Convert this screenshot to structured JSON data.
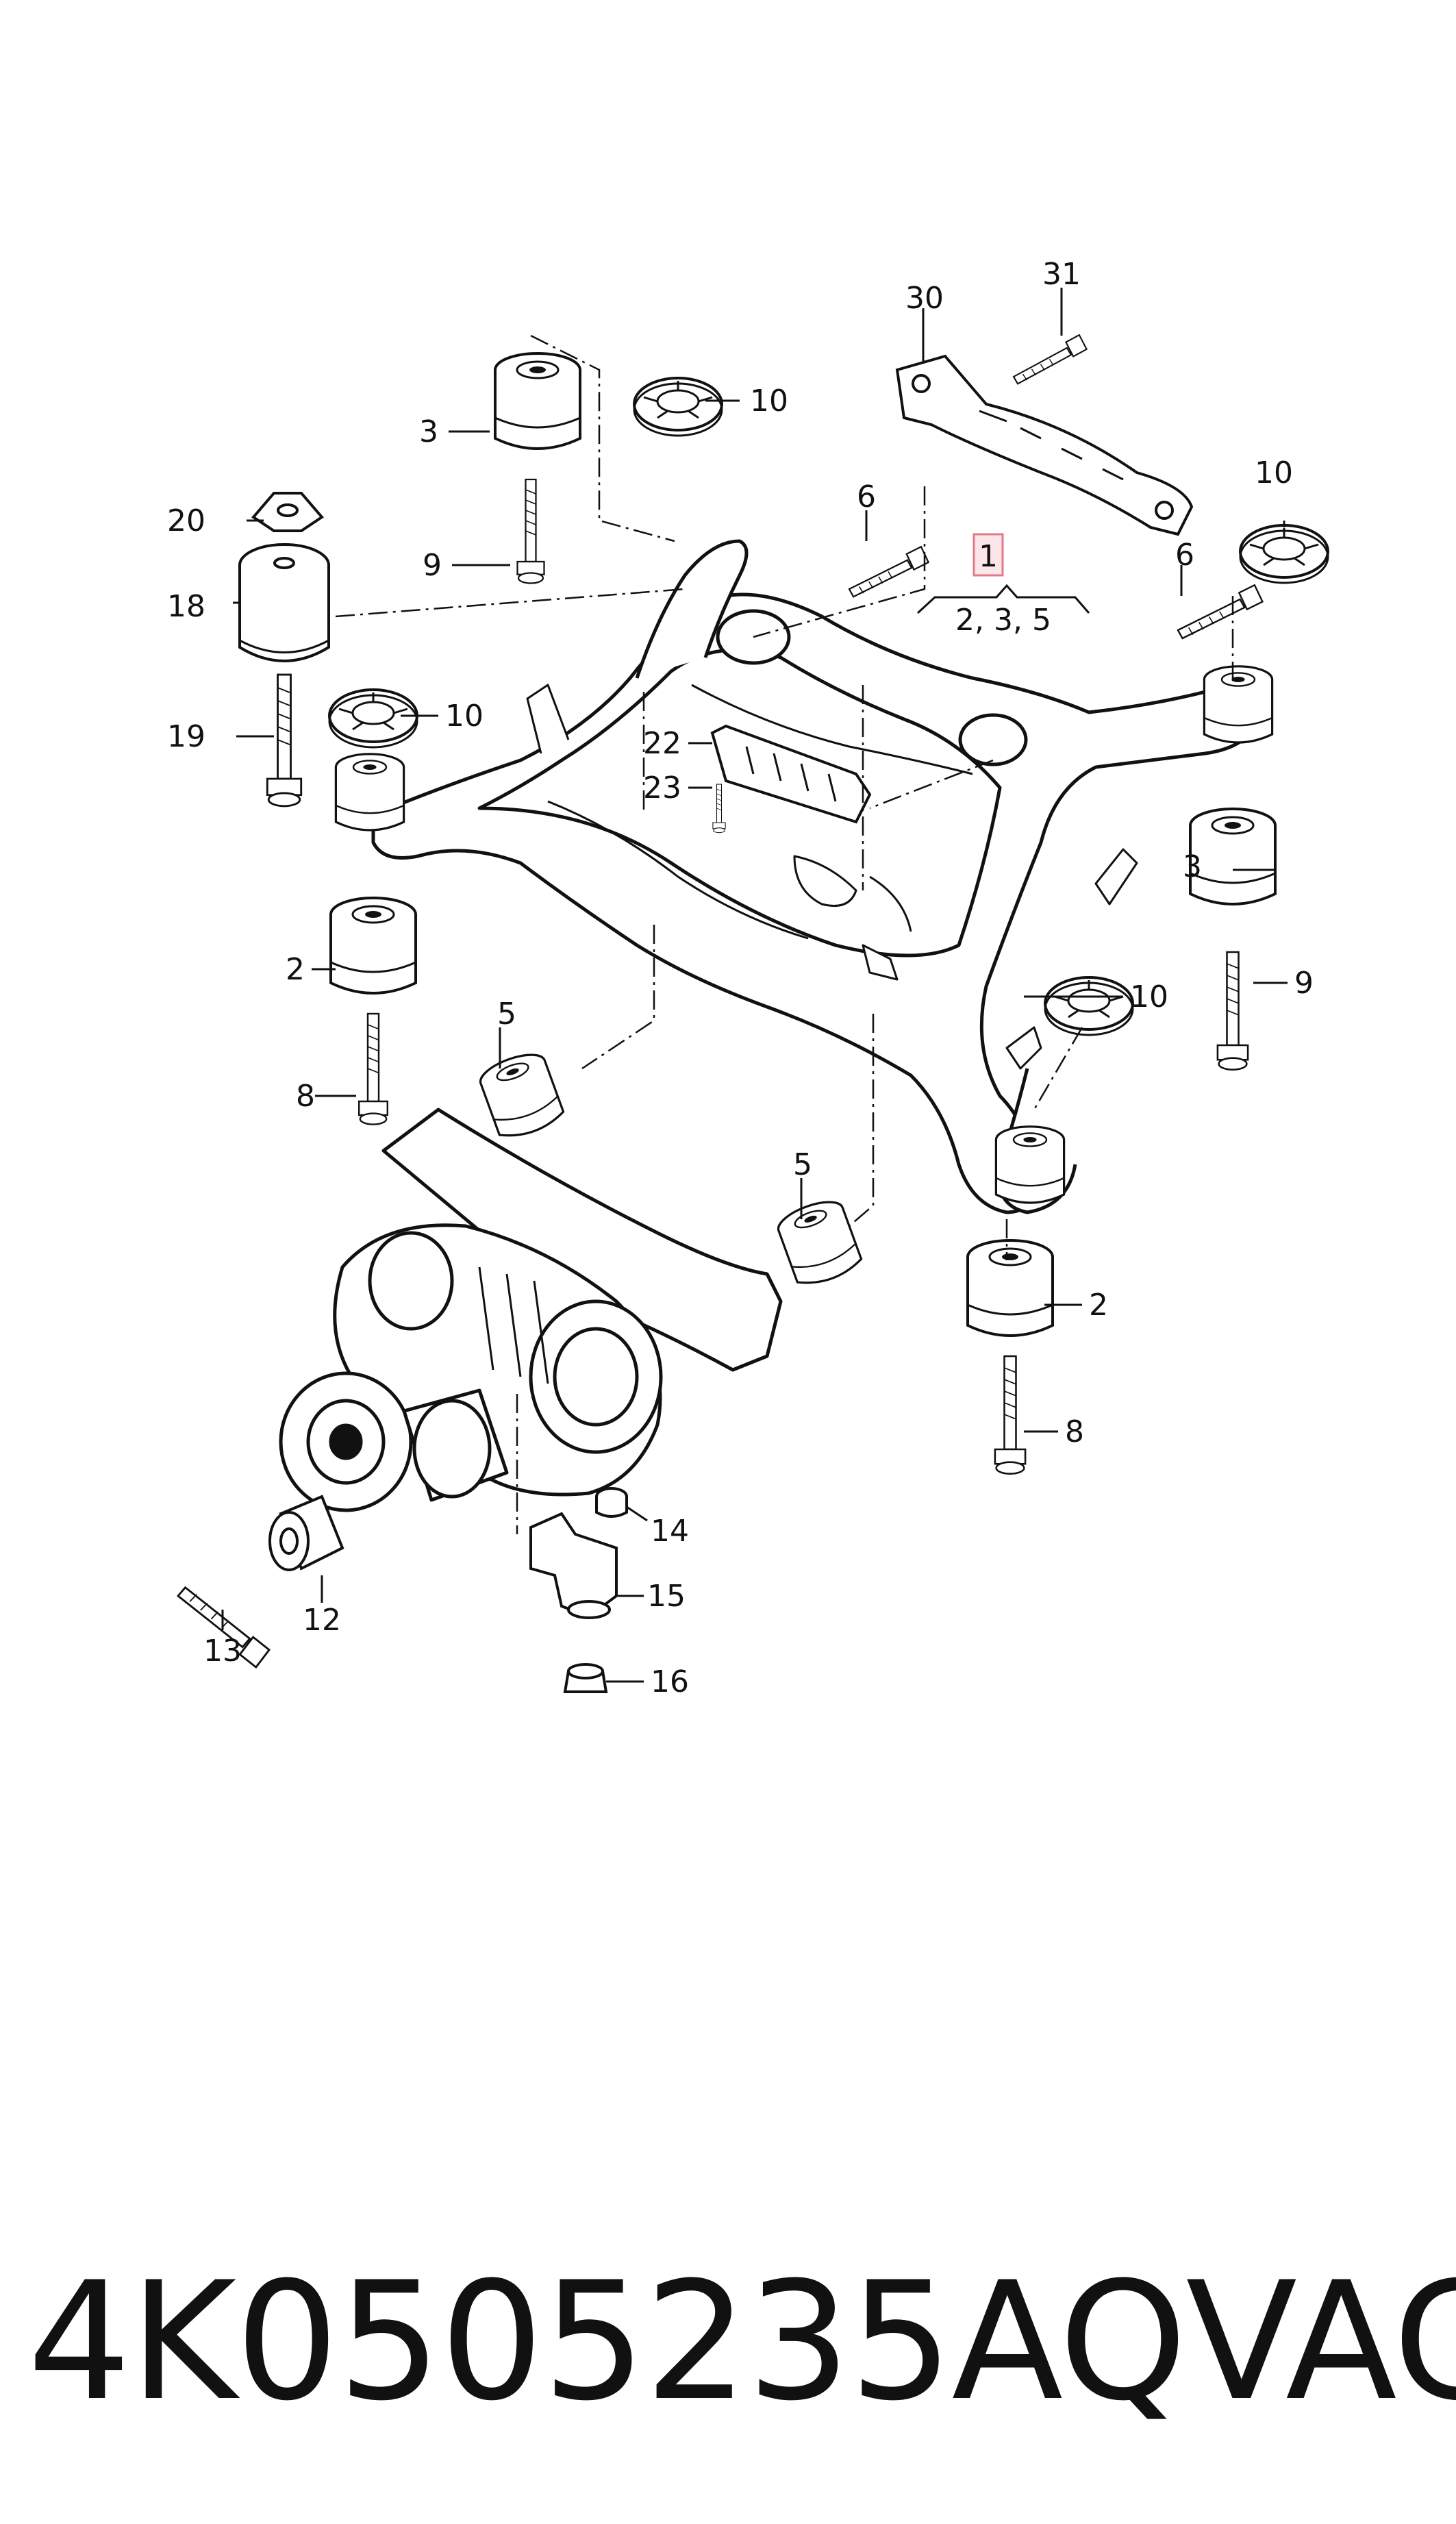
{
  "diagram": {
    "callouts": {
      "c1": "1",
      "c235": "2, 3, 5",
      "c2a": "2",
      "c2b": "2",
      "c3a": "3",
      "c3b": "3",
      "c5a": "5",
      "c5b": "5",
      "c6a": "6",
      "c6b": "6",
      "c8a": "8",
      "c8b": "8",
      "c9a": "9",
      "c9b": "9",
      "c10a": "10",
      "c10b": "10",
      "c10c": "10",
      "c10d": "10",
      "c12": "12",
      "c13": "13",
      "c14": "14",
      "c15": "15",
      "c16": "16",
      "c18": "18",
      "c19": "19",
      "c20": "20",
      "c22": "22",
      "c23": "23",
      "c30": "30",
      "c31": "31"
    },
    "highlight_color": "#e27a8a",
    "line_color": "#111111"
  },
  "footer": {
    "part_number": "4K0505235AQ",
    "brand": "VAG"
  }
}
